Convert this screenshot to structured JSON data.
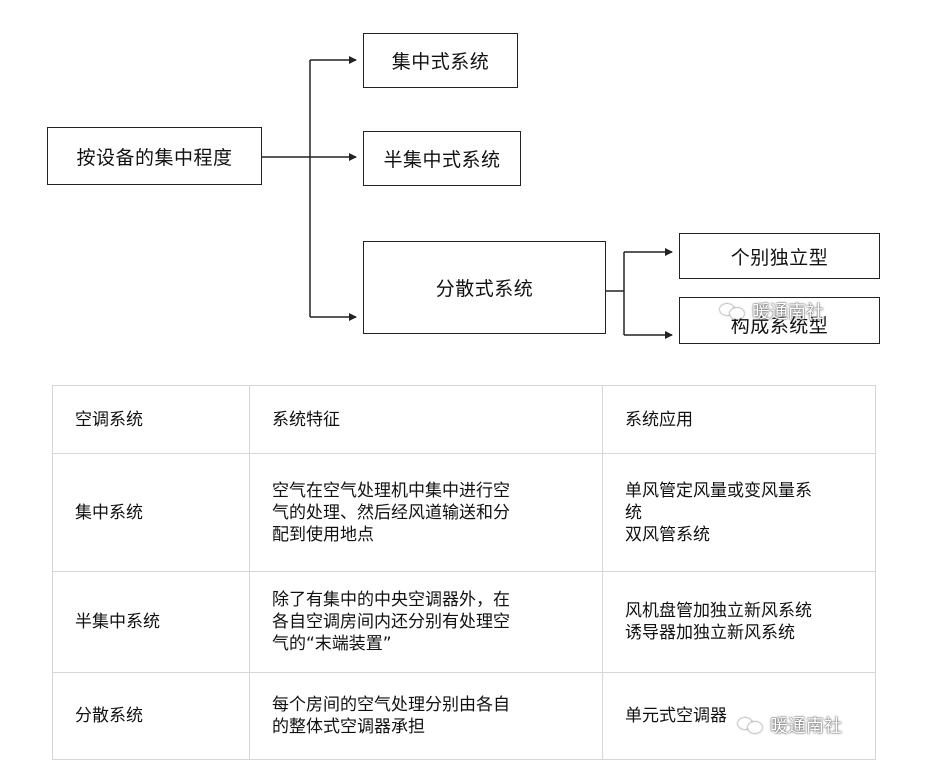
{
  "diagram": {
    "root": "按设备的集中程度",
    "central": "集中式系统",
    "semi_central": "半集中式系统",
    "distributed": "分散式系统",
    "independent": "个别独立型",
    "composed": "构成系统型"
  },
  "watermark": {
    "text": "暖通南社"
  },
  "table": {
    "headers": [
      "空调系统",
      "系统特征",
      "系统应用"
    ],
    "rows": [
      {
        "system": "集中系统",
        "feature": "空气在空气处理机中集中进行空\n气的处理、然后经风道输送和分\n配到使用地点",
        "application": "单风管定风量或变风量系\n统\n双风管系统"
      },
      {
        "system": "半集中系统",
        "feature": "除了有集中的中央空调器外，在\n各自空调房间内还分别有处理空\n气的“末端装置”",
        "application": "风机盘管加独立新风系统\n诱导器加独立新风系统"
      },
      {
        "system": "分散系统",
        "feature": "每个房间的空气处理分别由各自\n的整体式空调器承担",
        "application": "单元式空调器"
      }
    ]
  }
}
